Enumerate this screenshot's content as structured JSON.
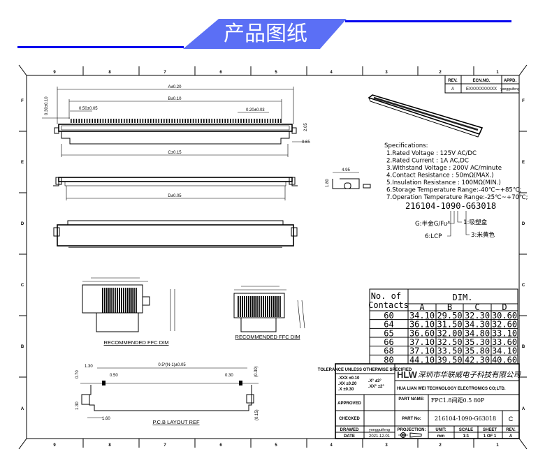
{
  "banner": {
    "title": "产品图纸",
    "accent": "#5b6ff5",
    "line_color": "#0000ee"
  },
  "frame": {
    "columns": [
      "9",
      "8",
      "7",
      "6",
      "5",
      "4",
      "3",
      "2",
      "1"
    ],
    "rows": [
      "F",
      "E",
      "D",
      "C",
      "B",
      "A"
    ]
  },
  "revision_table": {
    "headers": [
      "REV.",
      "ECN.NO.",
      "APPD."
    ],
    "row": [
      "A",
      "EXXXXXXXXXX",
      "yangguifeng"
    ]
  },
  "dimensions": {
    "a": "A±0.20",
    "b": "B±0.10",
    "c": "C±0.15",
    "d": "D±0.05",
    "pitch": "0.50±0.05",
    "pin_width": "0.20±0.03",
    "height_tol": "0.30±0.10",
    "h205": "2.05",
    "h065": "0.65",
    "side_w": "4.95",
    "side_h": "1.80"
  },
  "specs": {
    "title": "Specifications:",
    "items": [
      "1.Rated Voltage : 125V AC/DC",
      "2.Rated Current : 1A AC,DC",
      "3.Withstand Voltage : 200V AC/minute",
      "4.Contact Resistance : 50mΩ(MAX.)",
      "5.Insulation Resistance : 100MΩ(MIN.)",
      "6.Storage Temperature Range:-40℃~+85℃;",
      "7.Operation Temperature Range:-25℃~+70℃;"
    ],
    "part_code": "216104-1090-G63018",
    "callouts": [
      "G:半金G/Fu\"",
      "6:LCP",
      "3:米黄色",
      "1:吸塑盒"
    ]
  },
  "dim_table": {
    "header_contacts": "No. of Contacts",
    "header_dim": "DIM.",
    "columns": [
      "A",
      "B",
      "C",
      "D"
    ],
    "rows": [
      [
        "60",
        "34.10",
        "29.50",
        "32.30",
        "30.60"
      ],
      [
        "64",
        "36.10",
        "31.50",
        "34.30",
        "32.60"
      ],
      [
        "65",
        "36.60",
        "32.00",
        "34.80",
        "33.10"
      ],
      [
        "66",
        "37.10",
        "32.50",
        "35.30",
        "33.60"
      ],
      [
        "68",
        "37.10",
        "33.50",
        "35.80",
        "34.10"
      ],
      [
        "80",
        "44.10",
        "39.50",
        "42.30",
        "40.60"
      ]
    ]
  },
  "ffc": {
    "label_left": "RECOMMENDED FFC DIM",
    "label_right": "RECOMMENDED FFC DIM"
  },
  "pcb": {
    "label": "P.C.B LAYOUT REF",
    "dims": [
      "1.30",
      "0.50",
      "0.5*(N-1)±0.05",
      "0.30",
      "(0.30)",
      "0.70",
      "1.30",
      "1.60",
      "(0.15)"
    ]
  },
  "title_block": {
    "tolerance_title": "TOLERANCE UNLESS OTHERWISE SPECIFIED",
    "tolerance_left": [
      ".XXX ±0.10",
      ".XX ±0.20",
      ".X ±0.30"
    ],
    "tolerance_right": [
      ".X° ±3°",
      ".XX° ±2°"
    ],
    "logo": "HLW",
    "company_cn": "深圳市华联威电子科技有限公司",
    "company_en": "HUA LIAN WEI TECHNOLOGY ELECTRONICS CO;LTD.",
    "approved_label": "APPROVED",
    "checked_label": "CHECKED",
    "drawed_label": "DRAWED",
    "drawed_value": "yongguifeng",
    "date_label": "DATE",
    "date_value": "2021.12.01",
    "part_name_label": "PART NAME:",
    "part_name_value": "FPC1.8间距0.5 80P",
    "part_no_label": "PART No:",
    "part_no_value": "216104-1090-G63018",
    "part_rev": "C",
    "projection_label": "PROJECTION:",
    "unit_label": "UNIT:",
    "unit_value": "mm",
    "scale_label": "SCALE",
    "scale_value": "1:1",
    "sheet_label": "SHEET",
    "sheet_value": "1 OF 1",
    "rev_label": "REV.",
    "rev_value": "A"
  }
}
